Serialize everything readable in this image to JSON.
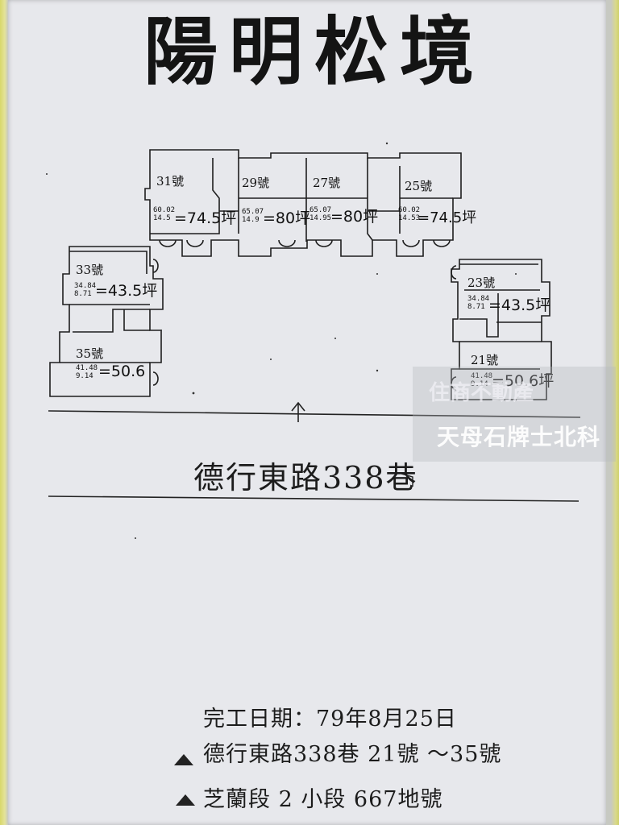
{
  "title": "陽明松境",
  "units": [
    {
      "id": "31",
      "label": "31號",
      "sub1": "60.02",
      "sub2": "14.5",
      "area": "=74.5坪"
    },
    {
      "id": "29",
      "label": "29號",
      "sub1": "65.07",
      "sub2": "14.9",
      "area": "=80坪"
    },
    {
      "id": "27",
      "label": "27號",
      "sub1": "65.07",
      "sub2": "14.95",
      "area": "=80坪"
    },
    {
      "id": "25",
      "label": "25號",
      "sub1": "60.02",
      "sub2": "14.53",
      "area": "=74.5坪"
    },
    {
      "id": "33",
      "label": "33號",
      "sub1": "34.84",
      "sub2": "8.71",
      "area": "=43.5坪"
    },
    {
      "id": "35",
      "label": "35號",
      "sub1": "41.48",
      "sub2": "9.14",
      "area": "=50.6"
    },
    {
      "id": "23",
      "label": "23號",
      "sub1": "34.84",
      "sub2": "8.71",
      "area": "=43.5坪"
    },
    {
      "id": "21",
      "label": "21號",
      "sub1": "41.48",
      "sub2": "9.14",
      "area": "=50.6坪"
    }
  ],
  "road": "德行東路338巷",
  "info": {
    "completion": "完工日期：79年8月25日",
    "address": "德行東路338巷 21號 ～35號",
    "land": "芝蘭段 2 小段 667地號"
  },
  "watermark": {
    "top": "住商不動產",
    "bottom": "天母石牌士北科"
  }
}
